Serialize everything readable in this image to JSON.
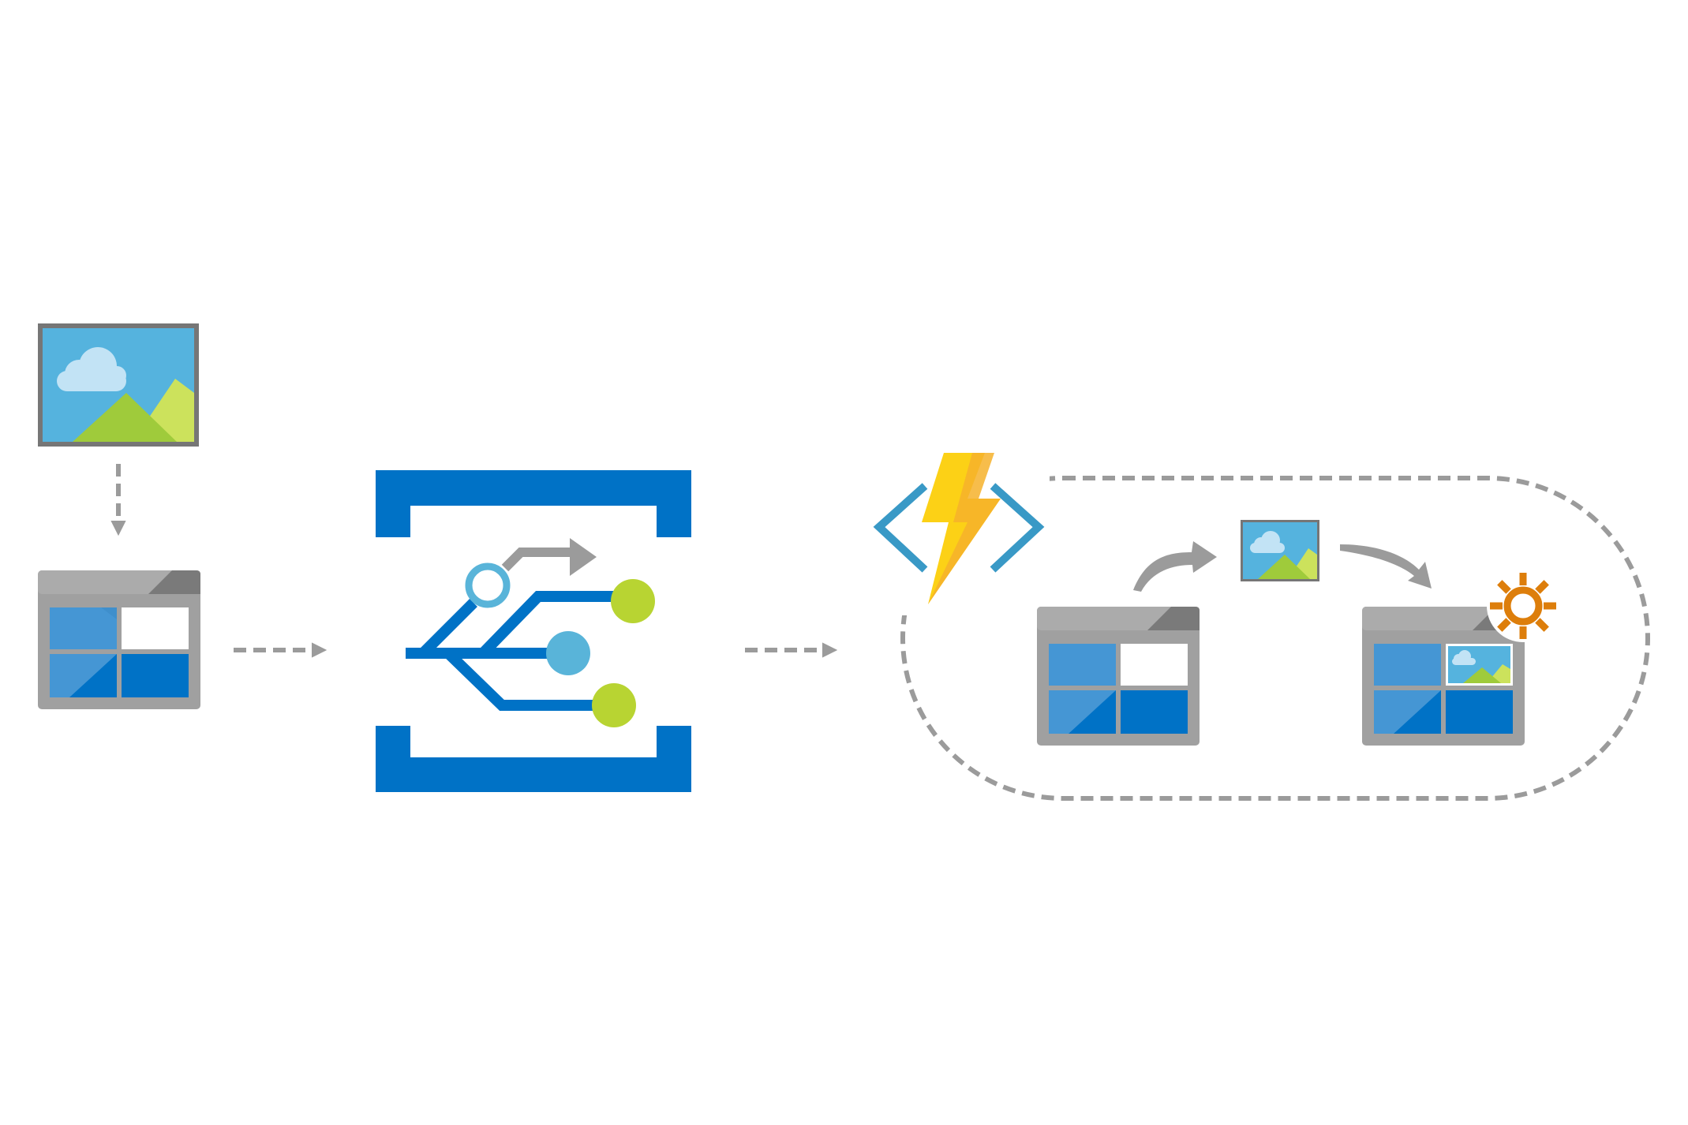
{
  "diagram": {
    "nodes": [
      {
        "id": "source-image",
        "icon": "image-icon"
      },
      {
        "id": "blob-storage-input",
        "icon": "blob-storage-icon"
      },
      {
        "id": "event-grid",
        "icon": "event-grid-icon"
      },
      {
        "id": "azure-function",
        "icon": "function-app-icon"
      },
      {
        "id": "blob-storage-read",
        "icon": "blob-storage-icon"
      },
      {
        "id": "processed-image",
        "icon": "image-icon"
      },
      {
        "id": "blob-storage-output",
        "icon": "blob-storage-icon"
      },
      {
        "id": "processing-gear",
        "icon": "gear-icon"
      }
    ],
    "edges": [
      {
        "from": "source-image",
        "to": "blob-storage-input",
        "style": "dashed"
      },
      {
        "from": "blob-storage-input",
        "to": "event-grid",
        "style": "dashed"
      },
      {
        "from": "event-grid",
        "to": "azure-function",
        "style": "dashed"
      },
      {
        "from": "blob-storage-read",
        "to": "processed-image",
        "style": "solid-curved"
      },
      {
        "from": "processed-image",
        "to": "blob-storage-output",
        "style": "solid-curved"
      }
    ],
    "groups": [
      {
        "id": "function-processing-group",
        "style": "dashed-rounded",
        "members": [
          "blob-storage-read",
          "processed-image",
          "blob-storage-output"
        ]
      }
    ],
    "colors": {
      "azure-blue": "#0072C6",
      "light-blue": "#59B4D9",
      "sky": "#55B3DE",
      "cloud": "#C2E3F5",
      "mountain-dark": "#9FCB3B",
      "mountain-light": "#CCE25C",
      "frame-gray": "#767676",
      "storage-gray": "#A0A0A0",
      "storage-header-dark": "#7A7A7A",
      "cell-light": "#4596D4",
      "cell-dark": "#0072C6",
      "arrow-gray": "#9B9B9B",
      "lime": "#B8D432",
      "bolt-yellow": "#FCD116",
      "bolt-orange": "#F6B12C",
      "gear-orange": "#DD7E0B"
    }
  }
}
